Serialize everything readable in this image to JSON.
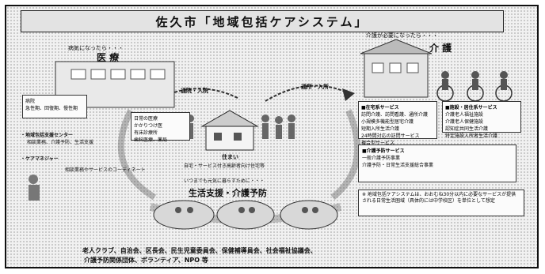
{
  "title": "佐久市「地域包括ケアシステム」",
  "medical": {
    "caption": "病気になったら・・・",
    "label": "医 療",
    "box_title": "病院",
    "box_text": "急性期、回復期、慢性期",
    "clinic": "日常の医療",
    "clinic_items": [
      "かかりつけ医",
      "有床診療所",
      "歯科医療、薬局"
    ]
  },
  "care": {
    "caption": "介護が必要になったら・・・",
    "label": "介 護",
    "home_services": {
      "title": "■在宅系サービス",
      "items": [
        "訪問介護、訪問看護、通所介護",
        "小規模多機能型居宅介護",
        "短期入所生活介護",
        "24時間対応の訪問サービス",
        "複合型サービス"
      ]
    },
    "facility_services": {
      "title": "■施設・居住系サービス",
      "items": [
        "介護老人福祉施設",
        "介護老人保健施設",
        "認知症共同生活介護",
        "特定施設入所者生活介護"
      ]
    },
    "prevention": {
      "title": "■介護予防サービス",
      "items": [
        "一般介護予防事業",
        "介護予防・日常生活支援総合事業"
      ]
    }
  },
  "flows": {
    "to_medical": "通院・入院",
    "to_care": "通所・入所"
  },
  "center": {
    "home": "住まい",
    "support": "生活支援・介護予防",
    "support_note": "いつまでも元気に暮らすために・・・",
    "home_note": "自宅・サービス付き高齢者向け住宅等"
  },
  "left_blocks": {
    "center_name": "・地域包括支援センター",
    "center_desc": "相談業務、介護予防、生活支援",
    "manager": "・ケアマネジャー",
    "manager_desc": "相談業務やサービスのコーディネート"
  },
  "note": {
    "text": "※ 地域包括ケアシステムは、おおむね30分以内に必要なサービスが提供される日常生活圏域（具体的には中学校区）を単位として想定"
  },
  "footer": {
    "line1": "老人クラブ、自治会、区長会、民生児童委員会、保健補導員会、社会福祉協議会、",
    "line2": "介護予防関係団体、ボランティア、NPO 等"
  }
}
